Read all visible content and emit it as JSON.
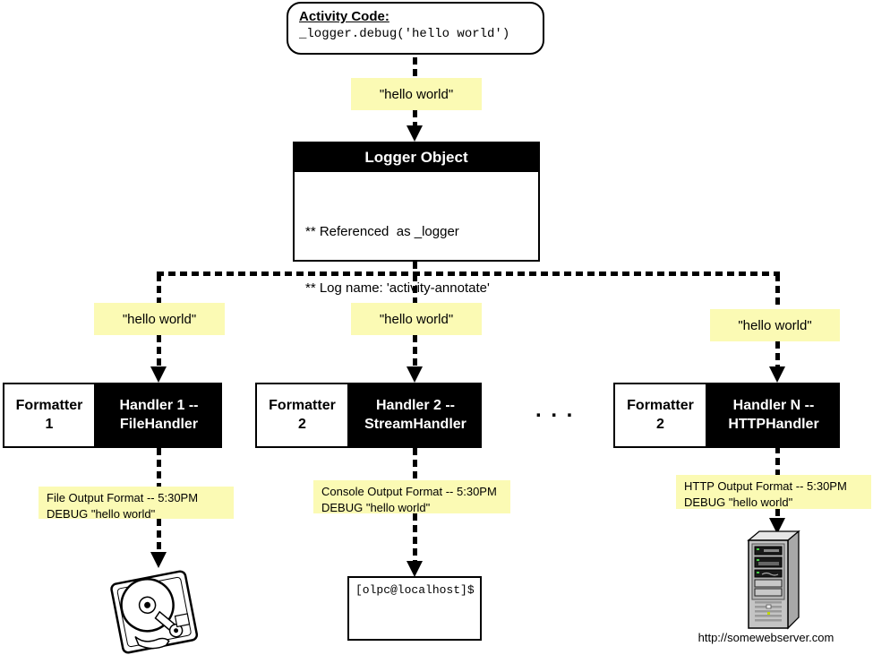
{
  "activity": {
    "title": "Activity Code:",
    "code": "_logger.debug('hello world')"
  },
  "message_label": "\"hello world\"",
  "logger": {
    "title": "Logger Object",
    "notes": [
      "** Referenced  as _logger",
      "** Log name: 'activity-annotate'"
    ]
  },
  "handlers": [
    {
      "formatter_line1": "Formatter",
      "formatter_line2": "1",
      "handler_line1": "Handler 1 --",
      "handler_line2": "FileHandler"
    },
    {
      "formatter_line1": "Formatter",
      "formatter_line2": "2",
      "handler_line1": "Handler 2 --",
      "handler_line2": "StreamHandler"
    },
    {
      "formatter_line1": "Formatter",
      "formatter_line2": "2",
      "handler_line1": "Handler N --",
      "handler_line2": "HTTPHandler"
    }
  ],
  "ellipsis": ". . .",
  "output_notes": [
    {
      "line1": "File Output Format -- 5:30PM",
      "line2": "DEBUG \"hello world\""
    },
    {
      "line1": "Console Output Format -- 5:30PM",
      "line2": "DEBUG \"hello world\""
    },
    {
      "line1": "HTTP Output Format -- 5:30PM",
      "line2": "DEBUG \"hello world\""
    }
  ],
  "terminal": {
    "prompt": "[olpc@localhost]$"
  },
  "server": {
    "caption": "http://somewebserver.com"
  },
  "colors": {
    "note_bg": "#FBFAB4",
    "box_black": "#000000",
    "box_white": "#FFFFFF"
  }
}
